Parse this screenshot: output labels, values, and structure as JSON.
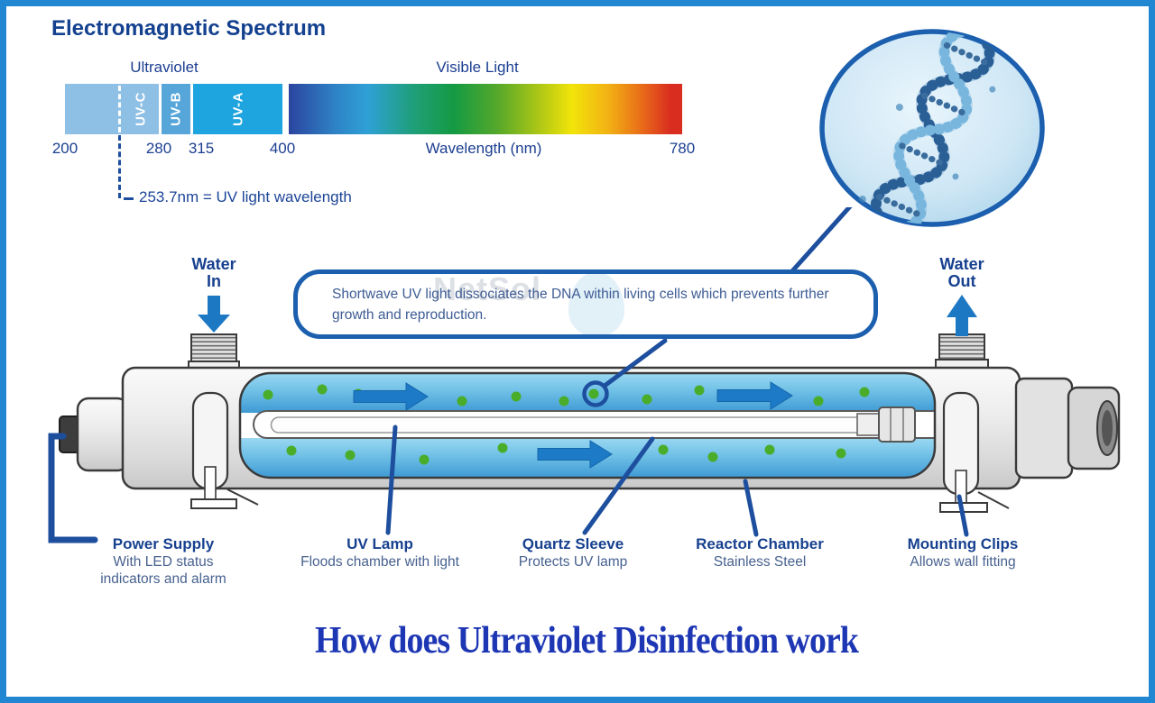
{
  "spectrum": {
    "title": "Electromagnetic Spectrum",
    "group_labels": {
      "uv": "Ultraviolet",
      "visible": "Visible Light"
    },
    "uv_bands": {
      "uvc": "UV-C",
      "uvb": "UV-B",
      "uva": "UV-A"
    },
    "ticks": {
      "t200": "200",
      "t280": "280",
      "t315": "315",
      "t400": "400",
      "t780": "780"
    },
    "axis_label": "Wavelength (nm)",
    "annotation": "253.7nm = UV light wavelength",
    "colors": {
      "uv_light": "#8ebfe5",
      "uv_b": "#57a6da",
      "uv_a": "#1ea4de",
      "visible_gradient_ends": "#2b459f to #d92d20"
    }
  },
  "callout": {
    "text": "Shortwave UV light dissociates the DNA within living cells which prevents further growth and reproduction."
  },
  "watermark": {
    "text": "NetSol"
  },
  "flow": {
    "water_in": {
      "line1": "Water",
      "line2": "In"
    },
    "water_out": {
      "line1": "Water",
      "line2": "Out"
    }
  },
  "parts": {
    "power_supply": {
      "title": "Power Supply",
      "desc1": "With LED status",
      "desc2": "indicators and alarm"
    },
    "uv_lamp": {
      "title": "UV Lamp",
      "desc": "Floods chamber with light"
    },
    "quartz_sleeve": {
      "title": "Quartz Sleeve",
      "desc": "Protects UV lamp"
    },
    "reactor_chamber": {
      "title": "Reactor Chamber",
      "desc": "Stainless Steel"
    },
    "mounting_clips": {
      "title": "Mounting Clips",
      "desc": "Allows wall fitting"
    }
  },
  "footer": {
    "title": "How does Ultraviolet Disinfection work"
  },
  "colors": {
    "frame_border": "#2187d3",
    "navy_text": "#17418f",
    "desc_text": "#47618f",
    "leader_line": "#1d4f9e",
    "callout_border": "#1b5fae",
    "flow_arrow": "#1d78c4",
    "microbe_green": "#49ad2a",
    "footer_blue": "#1d36b4"
  }
}
